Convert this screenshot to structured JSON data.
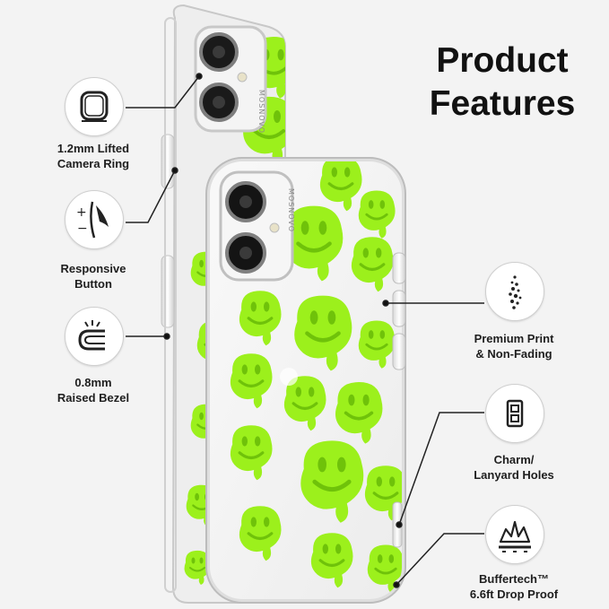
{
  "title": {
    "line1": "Product",
    "line2": "Features"
  },
  "brand": "MOSNOVO",
  "colors": {
    "background": "#f3f3f3",
    "pattern": "#9cf01c",
    "pattern_dark": "#6fc20a",
    "text": "#1b1b1b"
  },
  "features_left": [
    {
      "id": "camera-ring",
      "icon": "camera-ring-icon",
      "lines": [
        "1.2mm Lifted",
        "Camera Ring"
      ]
    },
    {
      "id": "button",
      "icon": "responsive-button-icon",
      "lines": [
        "Responsive",
        "Button"
      ]
    },
    {
      "id": "bezel",
      "icon": "raised-bezel-icon",
      "lines": [
        "0.8mm",
        "Raised Bezel"
      ]
    }
  ],
  "features_right": [
    {
      "id": "print",
      "icon": "print-dots-icon",
      "lines": [
        "Premium Print",
        "& Non-Fading"
      ]
    },
    {
      "id": "lanyard",
      "icon": "lanyard-holes-icon",
      "lines": [
        "Charm/",
        "Lanyard Holes"
      ]
    },
    {
      "id": "drop",
      "icon": "drop-proof-icon",
      "lines": [
        "Buffertech™",
        "6.6ft Drop Proof"
      ]
    }
  ]
}
